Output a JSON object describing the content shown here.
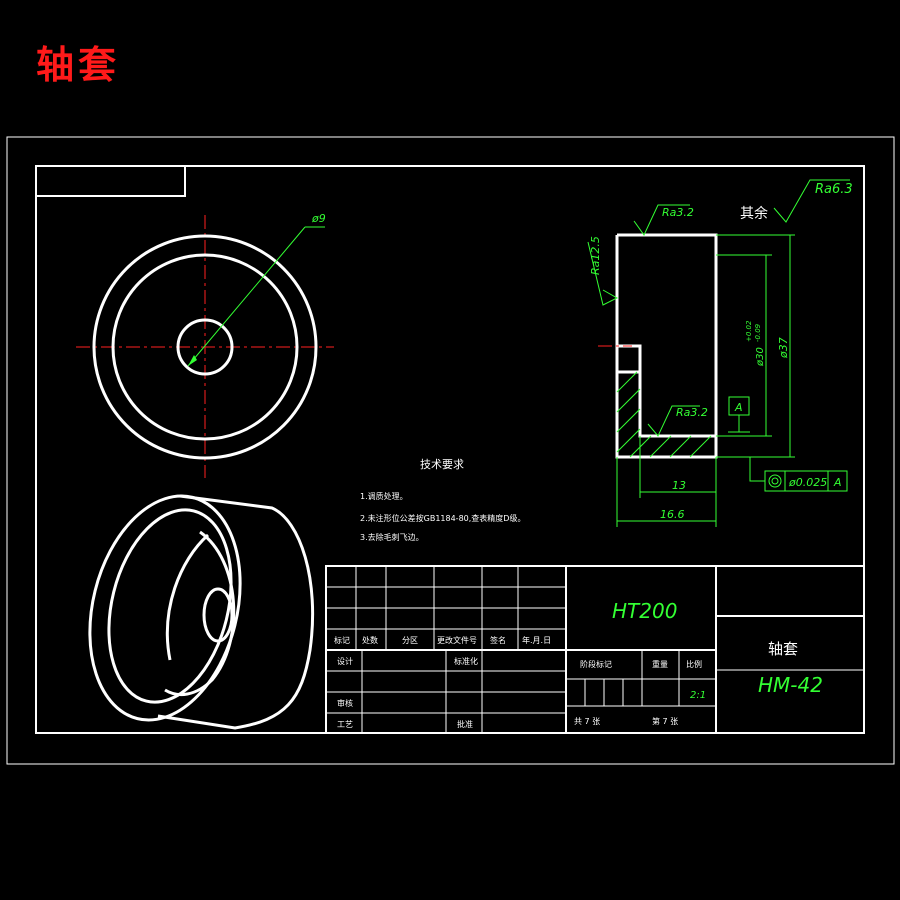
{
  "page_title": "轴套",
  "colors": {
    "background": "#000000",
    "outline": "#ffffff",
    "dimension": "#33ff33",
    "centerline": "#ff2020",
    "title": "#ff1a1a"
  },
  "front_view": {
    "bore_dim": "ø9"
  },
  "section_view": {
    "roughness_top": "Ra3.2",
    "roughness_left": "Ra12.5",
    "roughness_inner": "Ra3.2",
    "roughness_other": "Ra6.3",
    "other_label": "其余",
    "dim_inner_dia": "ø30",
    "dim_inner_tol_upper": "+0.02",
    "dim_inner_tol_lower": "-0.09",
    "dim_outer_dia": "ø37",
    "dim_length_13": "13",
    "dim_length_16": "16.6",
    "datum_label": "A",
    "tolerance_value": "ø0.025",
    "tolerance_datum": "A"
  },
  "technical_requirements": {
    "heading": "技术要求",
    "items": [
      "1.调质处理。",
      "2.未注形位公差按GB1184-80,查表精度D级。",
      "3.去除毛刺飞边。"
    ]
  },
  "title_block": {
    "material": "HT200",
    "part_name": "轴套",
    "drawing_number": "HM-42",
    "scale": "2:1",
    "sheet_total": "共 7 张",
    "sheet_num": "第 7 张",
    "labels": {
      "mark": "标记",
      "count": "处数",
      "zone": "分区",
      "change_doc": "更改文件号",
      "signature": "签名",
      "date": "年.月.日",
      "design": "设计",
      "standardize": "标准化",
      "review": "审核",
      "process": "工艺",
      "approve": "批准",
      "stage_mark": "阶段标记",
      "weight": "重量",
      "scale_label": "比例"
    }
  }
}
